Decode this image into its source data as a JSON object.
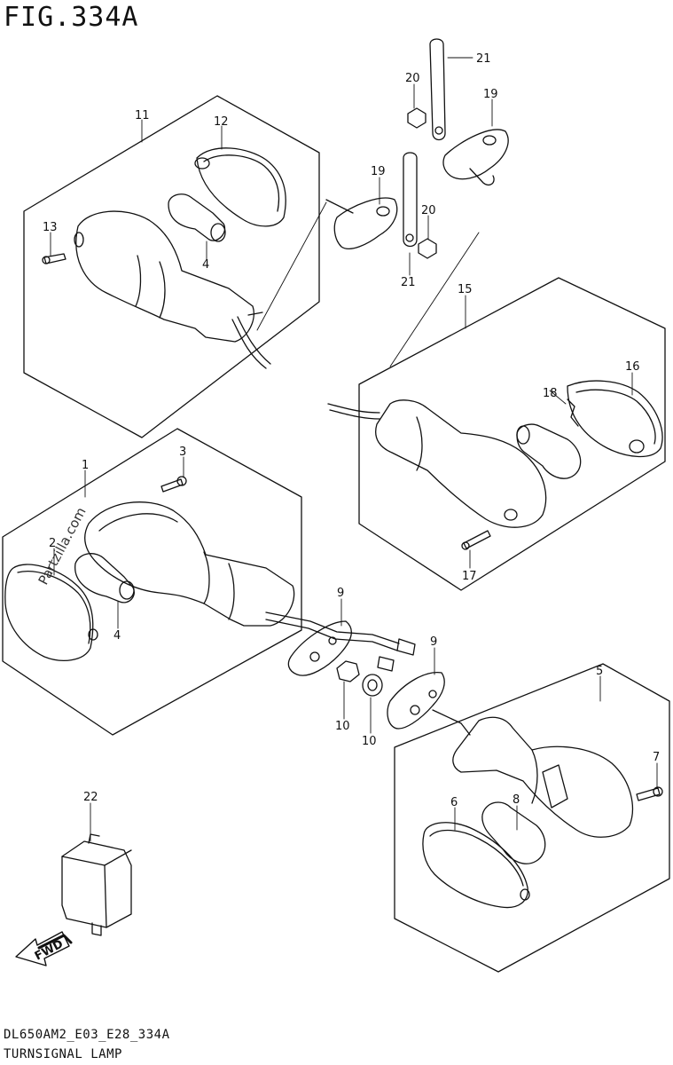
{
  "figure": {
    "title": "FIG.334A",
    "code": "DL650AM2_E03_E28_334A",
    "name": "TURNSIGNAL LAMP"
  },
  "watermark": "Partzilla.com",
  "fwd_label": "FWD",
  "callouts": {
    "c1": "1",
    "c2": "2",
    "c3": "3",
    "c4a": "4",
    "c4b": "4",
    "c5": "5",
    "c6": "6",
    "c7": "7",
    "c8": "8",
    "c9a": "9",
    "c9b": "9",
    "c10a": "10",
    "c10b": "10",
    "c11": "11",
    "c12": "12",
    "c13": "13",
    "c15": "15",
    "c16": "16",
    "c17": "17",
    "c18": "18",
    "c19a": "19",
    "c19b": "19",
    "c20a": "20",
    "c20b": "20",
    "c21a": "21",
    "c21b": "21",
    "c22": "22"
  }
}
